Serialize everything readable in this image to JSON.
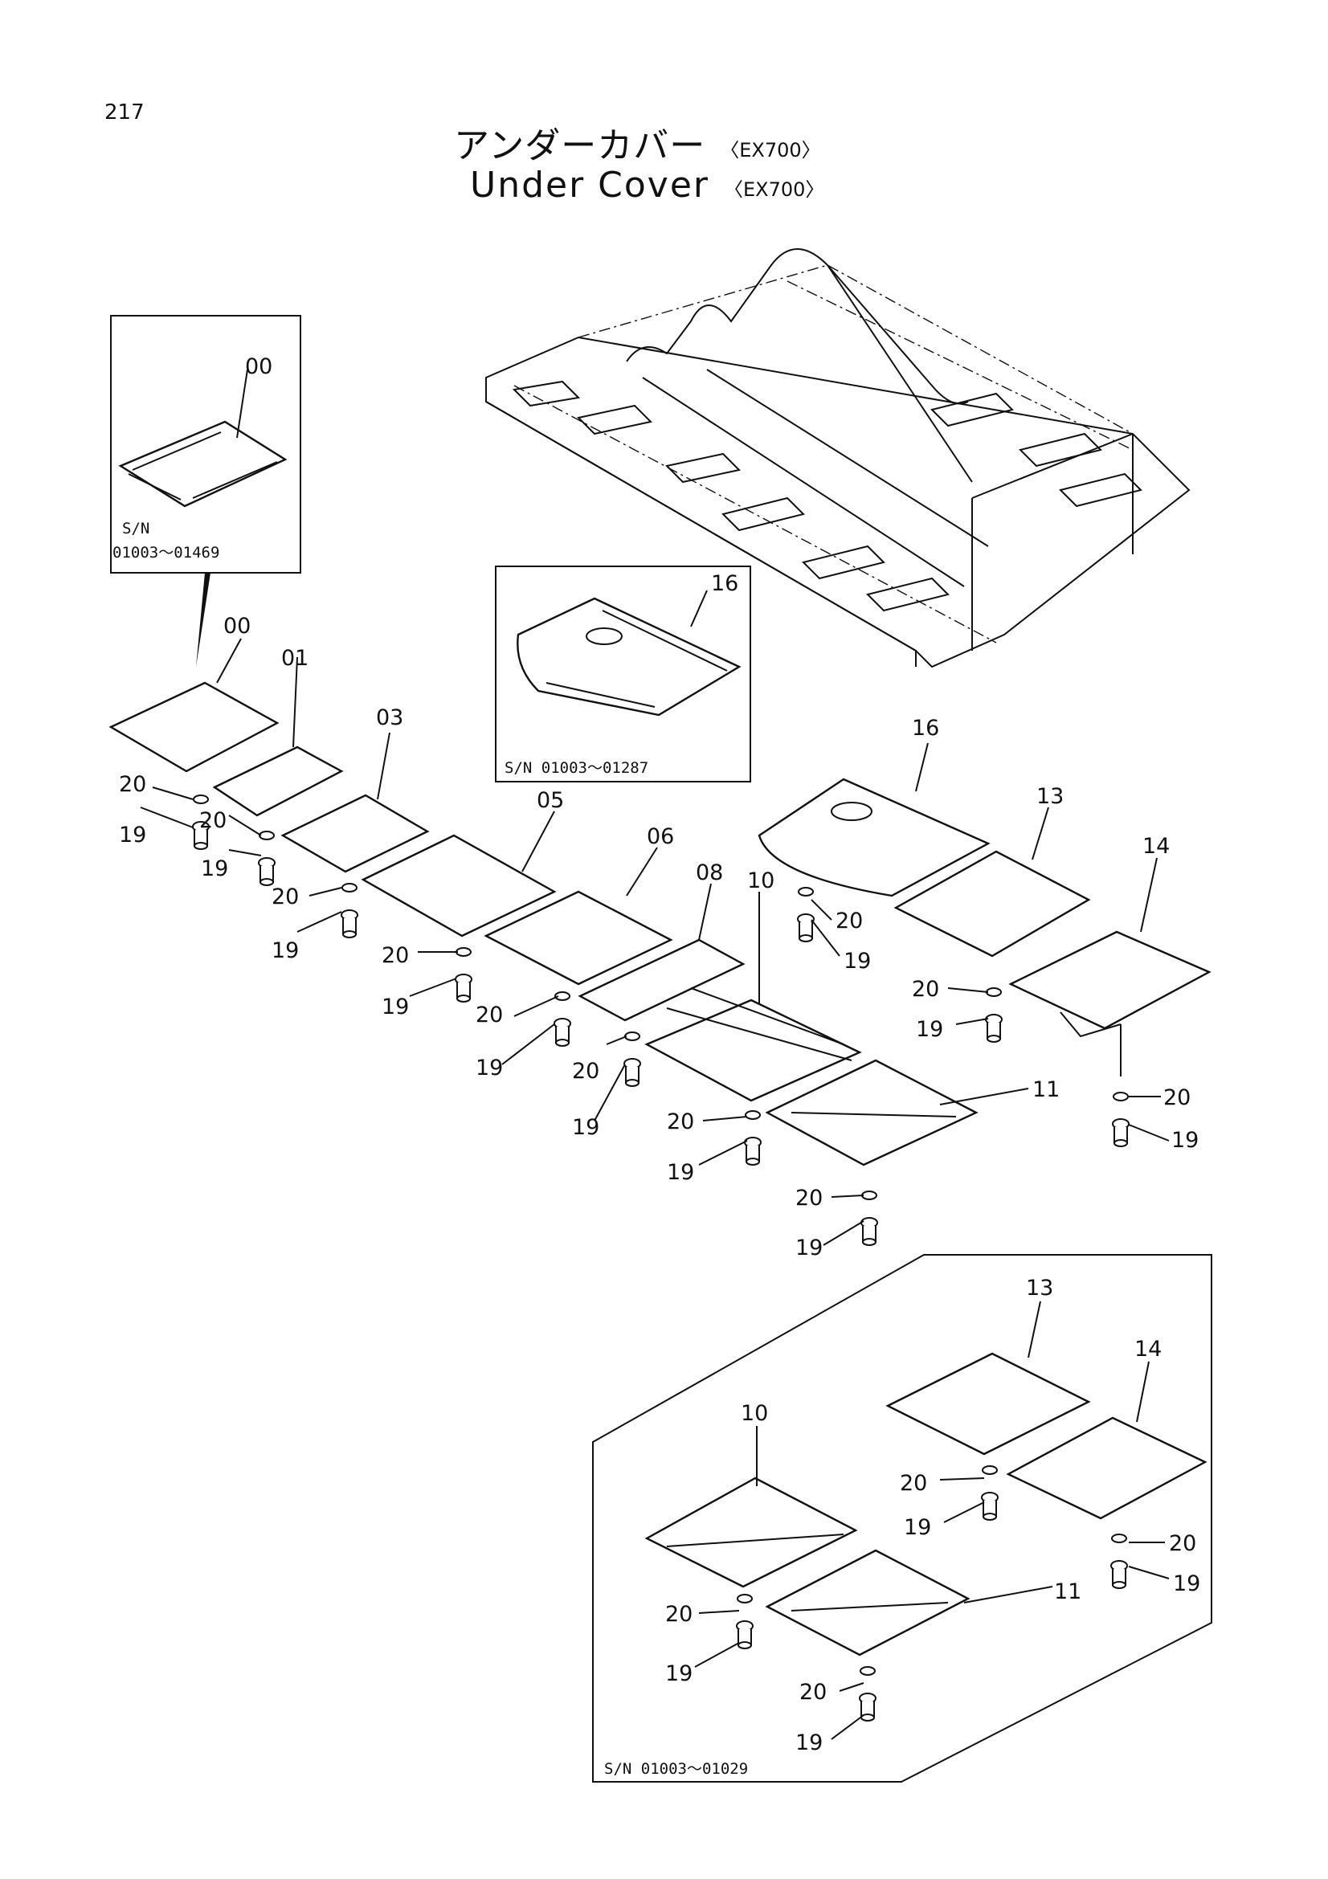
{
  "page_number": "217",
  "title_jp": "アンダーカバー",
  "title_en": "Under Cover",
  "model_tag": "〈EX700〉",
  "inset_top_left": {
    "serial_label": "S/N",
    "serial_range": "01003～01469",
    "part": "00"
  },
  "inset_center": {
    "serial": "S/N 01003～01287",
    "part": "16"
  },
  "inset_bottom": {
    "serial": "S/N 01003～01029"
  },
  "callouts": {
    "main_00": "00",
    "main_01": "01",
    "main_03": "03",
    "main_05": "05",
    "main_06": "06",
    "main_08": "08",
    "main_10": "10",
    "main_11": "11",
    "main_16": "16",
    "main_13": "13",
    "main_14": "14",
    "washer_a": "20",
    "bolt_a": "19",
    "washer_b": "20",
    "bolt_b": "19",
    "washer_c": "20",
    "bolt_c": "19",
    "washer_d": "20",
    "bolt_d": "19",
    "washer_e": "20",
    "bolt_e": "19",
    "washer_f": "20",
    "bolt_f": "19",
    "washer_g": "20",
    "bolt_g": "19",
    "washer_h": "20",
    "bolt_h": "19",
    "washer_i": "20",
    "bolt_i": "19",
    "washer_j": "20",
    "bolt_j": "19",
    "washer_k": "20",
    "bolt_k": "19",
    "inset_13": "13",
    "inset_14": "14",
    "inset_10": "10",
    "inset_11": "11",
    "inset_washer_a": "20",
    "inset_bolt_a": "19",
    "inset_washer_b": "20",
    "inset_bolt_b": "19",
    "inset_washer_c": "20",
    "inset_bolt_c": "19",
    "inset_washer_d": "20",
    "inset_bolt_d": "19"
  }
}
